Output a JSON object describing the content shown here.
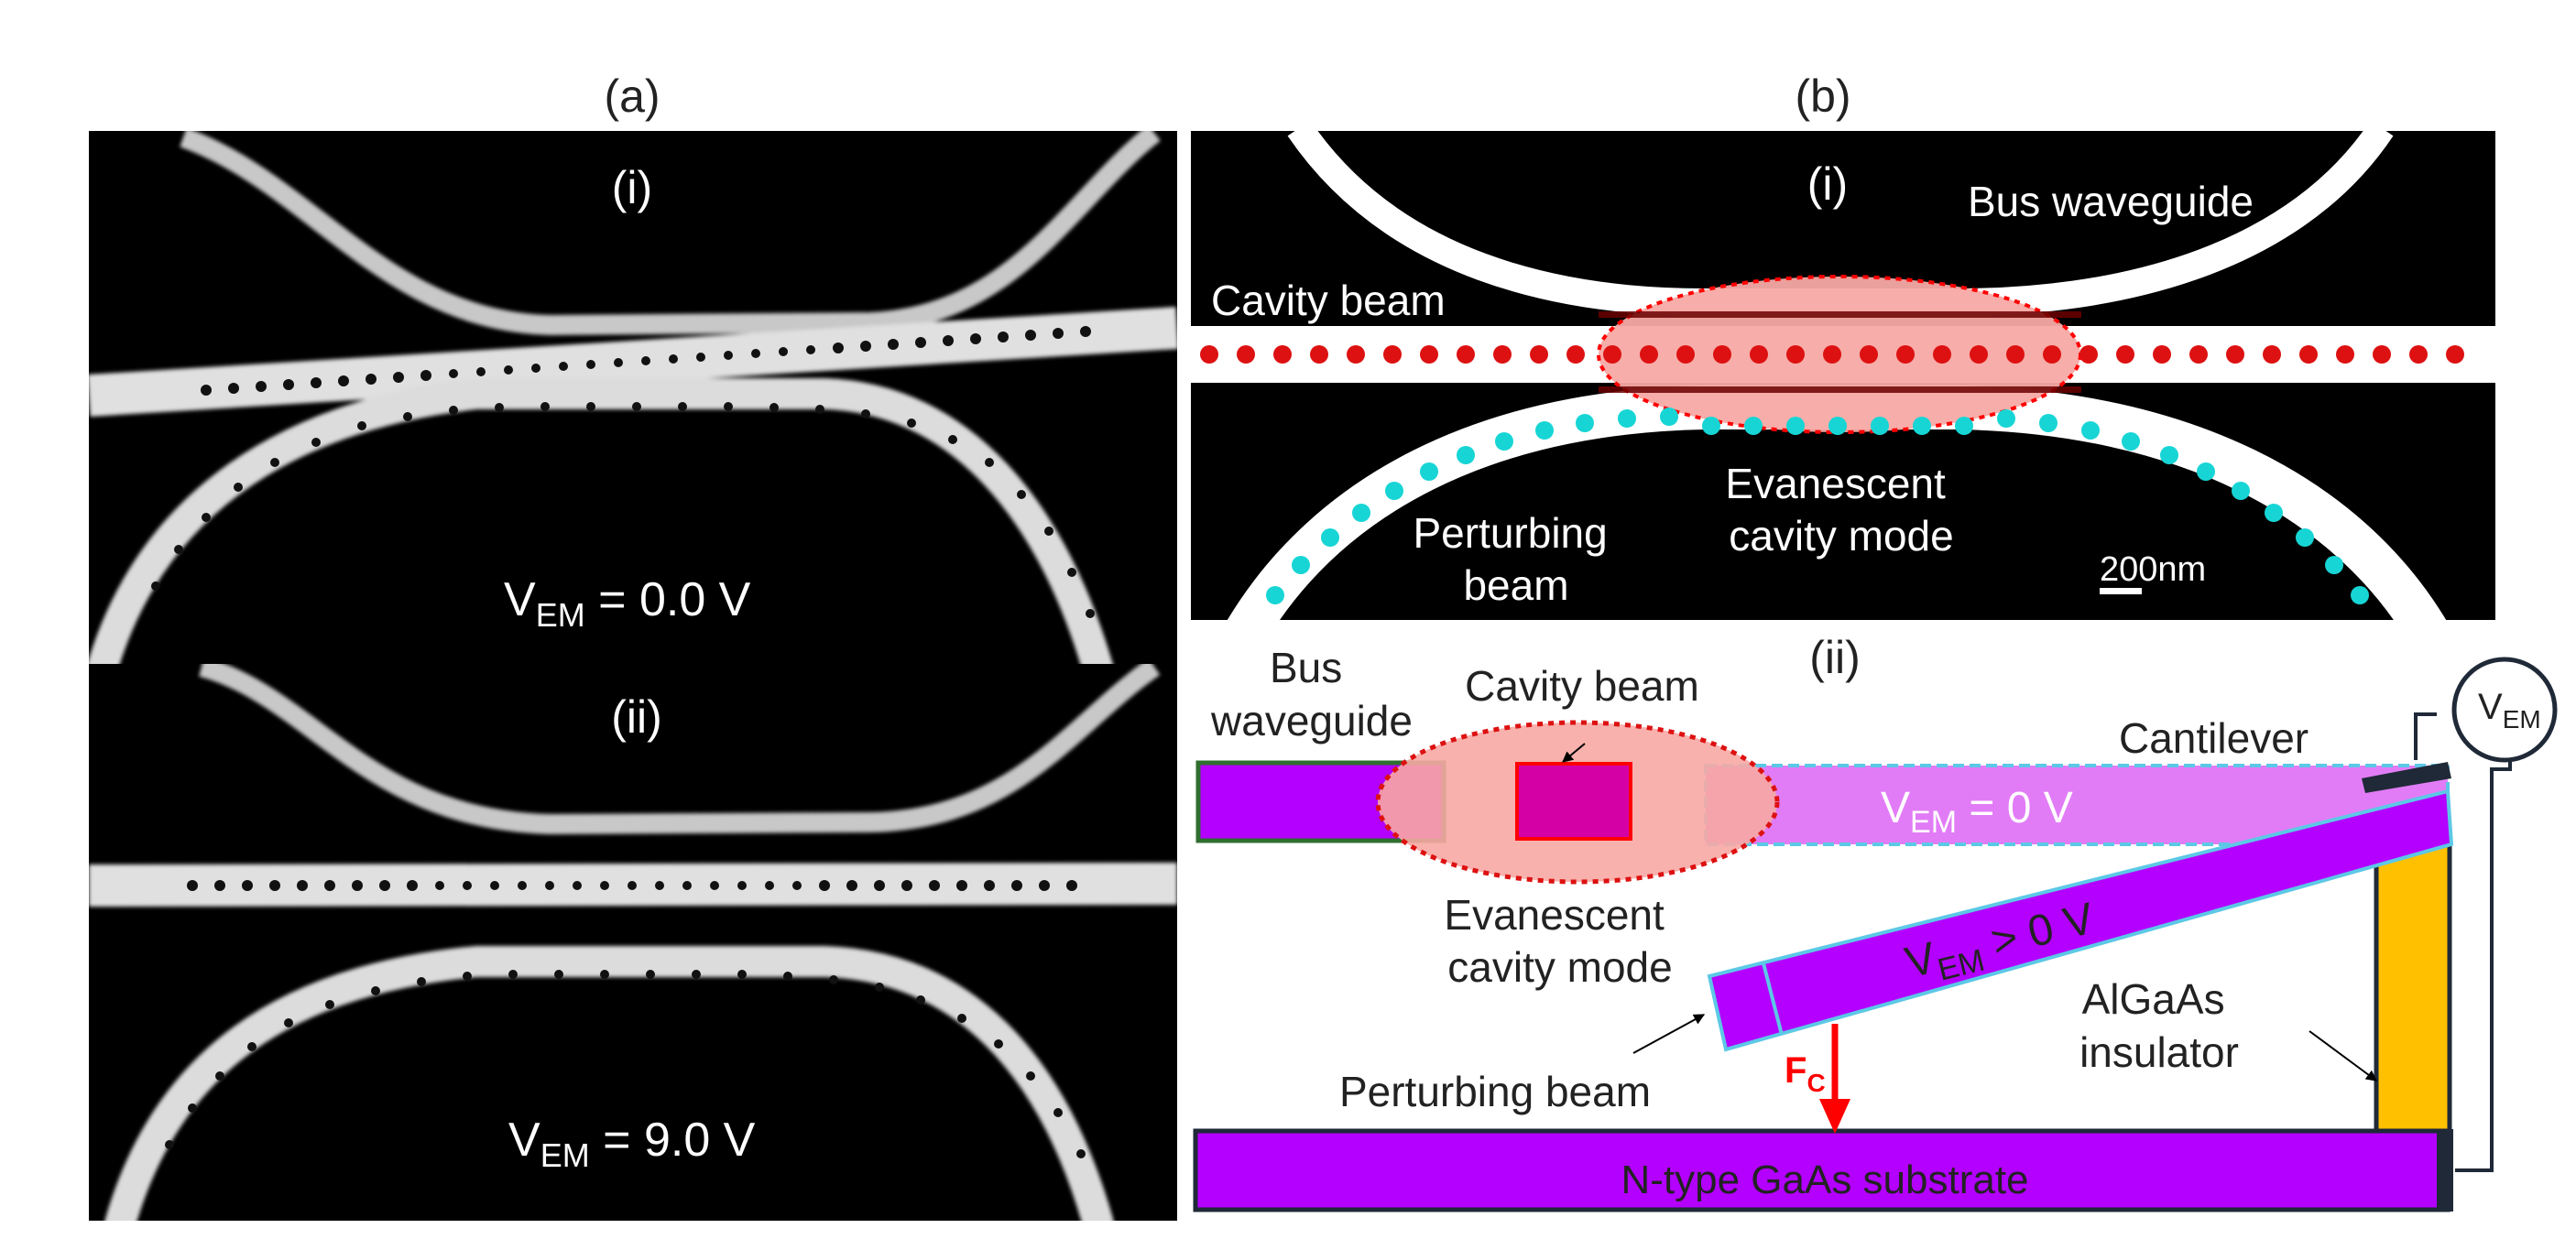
{
  "panel_a": {
    "label": "(a)",
    "top": {
      "label": "(i)",
      "voltage_prefix": "V",
      "voltage_sub": "EM",
      "voltage_value": " =  0.0 V"
    },
    "bottom": {
      "label": "(ii)",
      "voltage_prefix": "V",
      "voltage_sub": "EM",
      "voltage_value": " =  9.0 V"
    }
  },
  "panel_b": {
    "label": "(b)",
    "top": {
      "label": "(i)",
      "bus_waveguide": "Bus waveguide",
      "cavity_beam": "Cavity beam",
      "evanescent_line1": "Evanescent",
      "evanescent_line2": "cavity mode",
      "perturbing_line1": "Perturbing",
      "perturbing_line2": "beam",
      "scale_bar": "200nm"
    },
    "bottom": {
      "label": "(ii)",
      "bus_line1": "Bus",
      "bus_line2": "waveguide",
      "cavity_beam": "Cavity beam",
      "cantilever": "Cantilever",
      "source_prefix": "V",
      "source_sub": "EM",
      "v0_prefix": "V",
      "v0_sub": "EM",
      "v0_value": " = 0 V",
      "vpos_prefix": "V",
      "vpos_sub": "EM",
      "vpos_value": " > 0 V",
      "evanescent_line1": "Evanescent",
      "evanescent_line2": "cavity mode",
      "insulator_line1": "AlGaAs",
      "insulator_line2": "insulator",
      "force_prefix": "F",
      "force_sub": "C",
      "perturbing_beam": "Perturbing beam",
      "substrate": "N-type GaAs substrate"
    }
  },
  "colors": {
    "magenta": "#b300ff",
    "cavity_magenta": "#d400a6",
    "mode_red": "#ff0000",
    "mode_fill": "#f7a9a4",
    "cyan_holes": "#17d5d5",
    "insulator": "#ffc000",
    "cantilever_light": "#e17cf6",
    "outline_cyan": "#5cc8e6",
    "bus_outline": "#2f6e2f",
    "dark": "#1f2937"
  }
}
